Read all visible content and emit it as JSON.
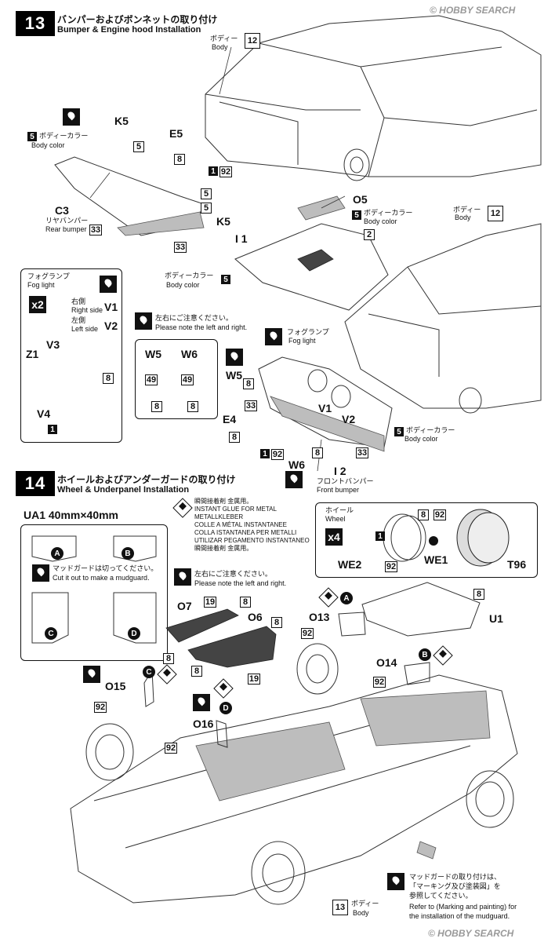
{
  "watermark": "© HOBBY SEARCH",
  "step13": {
    "number": "13",
    "title_jp": "バンパーおよびボンネットの取り付け",
    "title_en": "Bumper & Engine hood Installation",
    "body_jp": "ボディー",
    "body_en": "Body",
    "body_num": "12",
    "k5": "K5",
    "k5_b": "K5",
    "paint_jp": "ボディーカラー",
    "paint_en": "Body color",
    "five": "5",
    "e5": "E5",
    "eight": "8",
    "one": "1",
    "ninety_two": "92",
    "c3": "C3",
    "rear_jp": "リヤバンパー",
    "rear_en": "Rear bumper",
    "thirty_three": "33",
    "o5": "O5",
    "two": "2",
    "i1": "I 1",
    "fog_jp": "フォグランプ",
    "fog_en": "Fog light",
    "x2": "x2",
    "right_jp": "右側",
    "right_en": "Right side",
    "left_jp": "左側",
    "left_en": "Left side",
    "v1": "V1",
    "v2": "V2",
    "v3": "V3",
    "z1": "Z1",
    "v4": "V4",
    "note_jp": "左右にご注意ください。",
    "note_en": "Please note the left and right.",
    "w5": "W5",
    "w6": "W6",
    "fortynine": "49",
    "e4": "E4",
    "i2": "I 2",
    "front_jp": "フロントバンパー",
    "front_en": "Front bumper"
  },
  "step14": {
    "number": "14",
    "title_jp": "ホイールおよびアンダーガードの取り付け",
    "title_en": "Wheel & Underpanel Installation",
    "ua1": "UA1 40mm×40mm",
    "badge_a": "A",
    "badge_b": "B",
    "badge_c": "C",
    "badge_d": "D",
    "cut_jp": "マッドガードは切ってください。",
    "cut_en": "Cut it out to make a mudguard.",
    "glue": [
      "瞬間接着剤 金属用。",
      "INSTANT GLUE FOR METAL",
      "METALLKLEBER",
      "COLLE A MÉTAL INSTANTANEE",
      "COLLA ISTANTANEA PER METALLI",
      "UTILIZAR PEGAMENTO INSTANTANEO",
      "瞬間接着剤 金属用。"
    ],
    "wheel_jp": "ホイール",
    "wheel_en": "Wheel",
    "x4": "x4",
    "we2": "WE2",
    "we1": "WE1",
    "t96": "T96",
    "note_jp": "左右にご注意ください。",
    "note_en": "Please note the left and right.",
    "o7": "O7",
    "o6": "O6",
    "o13": "O13",
    "o14": "O14",
    "o15": "O15",
    "o16": "O16",
    "u1": "U1",
    "nineteen": "19",
    "mud_jp1": "マッドガードの取り付けは、",
    "mud_jp2": "「マーキング及び塗装図」を",
    "mud_jp3": "参照してください。",
    "mud_en1": "Refer to (Marking and painting) for",
    "mud_en2": "the installation of the mudguard.",
    "body_num": "13",
    "body_jp": "ボディー",
    "body_en": "Body"
  }
}
